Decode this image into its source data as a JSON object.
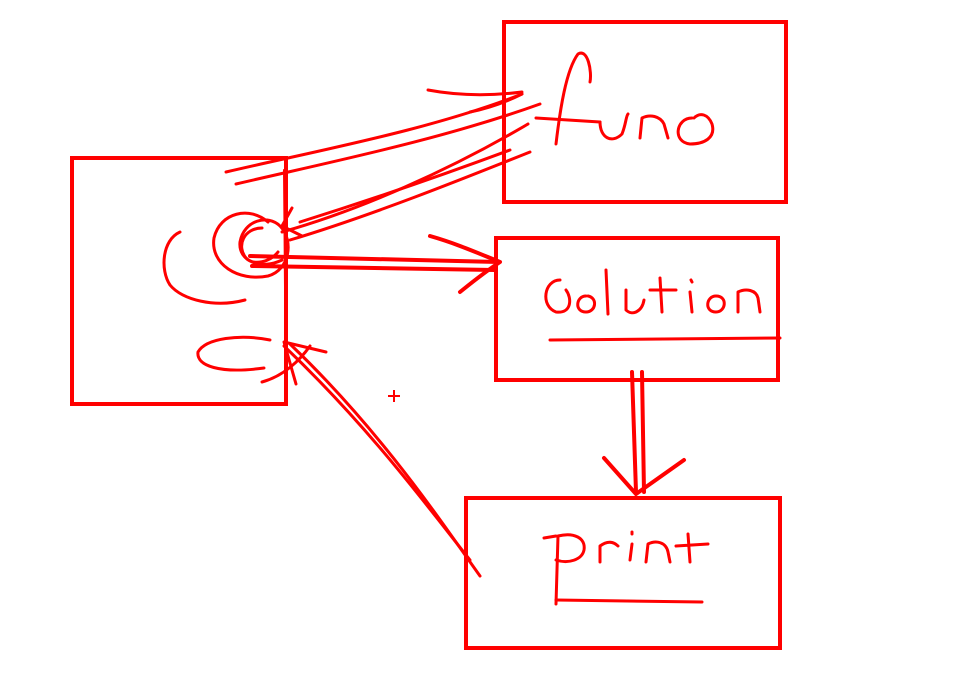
{
  "diagram": {
    "stroke_color": "#ff0000",
    "background_color": "#ffffff",
    "nodes": [
      {
        "id": "left-box",
        "handwritten_label": "C"
      },
      {
        "id": "func-box",
        "handwritten_label": "func"
      },
      {
        "id": "solution-box",
        "handwritten_label": "Solution"
      },
      {
        "id": "print-box",
        "handwritten_label": "Print"
      }
    ],
    "cursor_glyph": "+"
  }
}
